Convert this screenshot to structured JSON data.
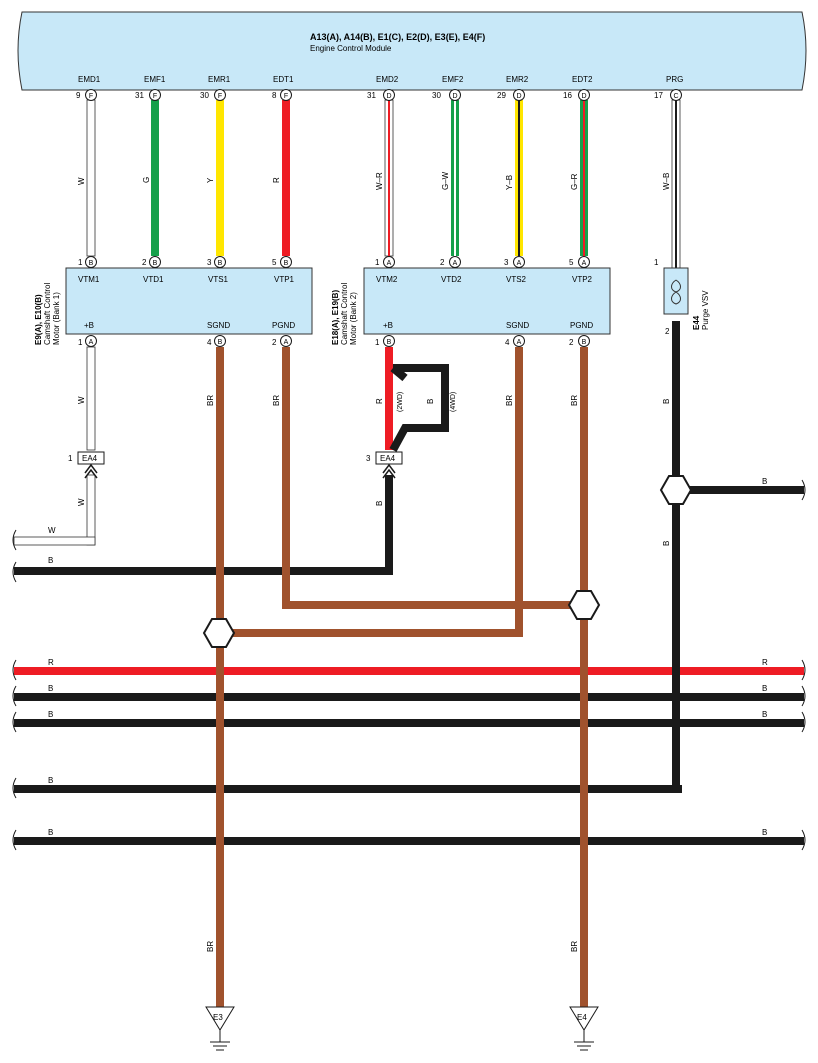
{
  "ecm": {
    "title": "A13(A), A14(B), E1(C), E2(D), E3(E), E4(F)",
    "subtitle": "Engine Control Module"
  },
  "ecm_terminals": [
    {
      "name": "EMD1",
      "pin": "9",
      "conn": "F",
      "wire": "W",
      "color": "#ffffff"
    },
    {
      "name": "EMF1",
      "pin": "31",
      "conn": "F",
      "wire": "G",
      "color": "#15a04a"
    },
    {
      "name": "EMR1",
      "pin": "30",
      "conn": "F",
      "wire": "Y",
      "color": "#ffe600"
    },
    {
      "name": "EDT1",
      "pin": "8",
      "conn": "F",
      "wire": "R",
      "color": "#ee1c24"
    },
    {
      "name": "EMD2",
      "pin": "31",
      "conn": "D",
      "wire": "W–R",
      "color": "#ffffff",
      "stripe": "#ee1c24"
    },
    {
      "name": "EMF2",
      "pin": "30",
      "conn": "D",
      "wire": "G–W",
      "color": "#15a04a",
      "stripe": "#ffffff"
    },
    {
      "name": "EMR2",
      "pin": "29",
      "conn": "D",
      "wire": "Y–B",
      "color": "#ffe600",
      "stripe": "#1a1a1a"
    },
    {
      "name": "EDT2",
      "pin": "16",
      "conn": "D",
      "wire": "G–R",
      "color": "#15a04a",
      "stripe": "#ee1c24"
    },
    {
      "name": "PRG",
      "pin": "17",
      "conn": "C",
      "wire": "W–B",
      "color": "#ffffff",
      "stripe": "#1a1a1a"
    }
  ],
  "motor1": {
    "id": "E9(A), E10(B)",
    "desc1": "Camshaft Control",
    "desc2": "Motor (Bank 1)",
    "top_pins": [
      {
        "label": "VTM1",
        "pin": "1",
        "conn": "B"
      },
      {
        "label": "VTD1",
        "pin": "2",
        "conn": "B"
      },
      {
        "label": "VTS1",
        "pin": "3",
        "conn": "B"
      },
      {
        "label": "VTP1",
        "pin": "5",
        "conn": "B"
      }
    ],
    "bottom_pins": [
      {
        "label": "+B",
        "pin": "1",
        "conn": "A"
      },
      {
        "label": "SGND",
        "pin": "4",
        "conn": "B"
      },
      {
        "label": "PGND",
        "pin": "2",
        "conn": "A"
      }
    ]
  },
  "motor2": {
    "id": "E18(A), E19(B)",
    "desc1": "Camshaft Control",
    "desc2": "Motor (Bank 2)",
    "top_pins": [
      {
        "label": "VTM2",
        "pin": "1",
        "conn": "A"
      },
      {
        "label": "VTD2",
        "pin": "2",
        "conn": "A"
      },
      {
        "label": "VTS2",
        "pin": "3",
        "conn": "A"
      },
      {
        "label": "VTP2",
        "pin": "5",
        "conn": "A"
      }
    ],
    "bottom_pins": [
      {
        "label": "+B",
        "pin": "1",
        "conn": "B"
      },
      {
        "label": "SGND",
        "pin": "4",
        "conn": "A"
      },
      {
        "label": "PGND",
        "pin": "2",
        "conn": "B"
      }
    ]
  },
  "vsv": {
    "id": "E44",
    "desc": "Purge VSV",
    "pin1": "1",
    "pin2": "2"
  },
  "connectors": {
    "ea4_left": {
      "name": "EA4",
      "pin": "1"
    },
    "ea4_right": {
      "name": "EA4",
      "pin": "3"
    }
  },
  "wire_labels": {
    "w": "W",
    "b": "B",
    "r": "R",
    "br": "BR",
    "twowd": "(2WD)",
    "fourwd": "(4WD)"
  },
  "grounds": {
    "left": "E3",
    "right": "E4"
  },
  "colors": {
    "module_fill": "#c8e8f8",
    "black": "#1a1a1a",
    "brown": "#a0522d",
    "red": "#ee1c24",
    "green": "#15a04a",
    "yellow": "#ffe600"
  }
}
